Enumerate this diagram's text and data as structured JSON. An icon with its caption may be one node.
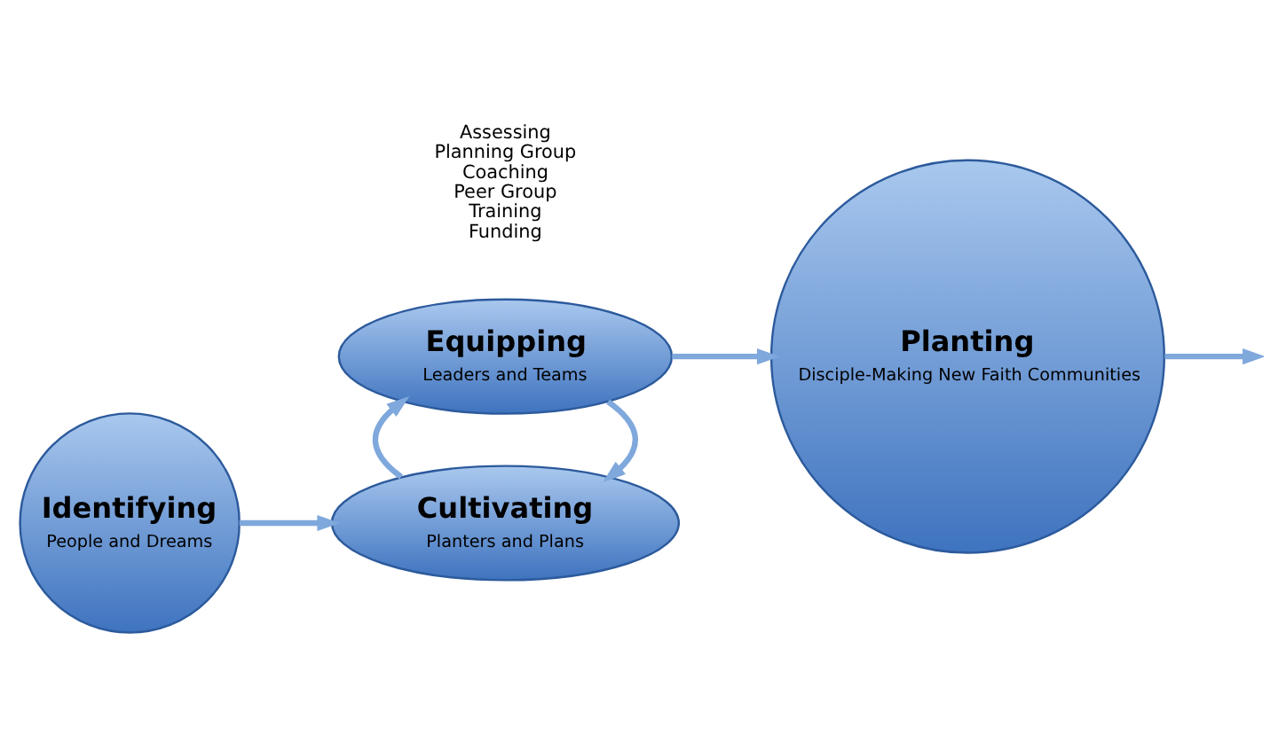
{
  "diagram": {
    "nodes": [
      {
        "text": [
          "Cultivating",
          "Planters and Plans"
        ]
      },
      {
        "text": [
          "Identifying",
          "People and Dreams"
        ]
      },
      {
        "text": [
          "Planting",
          "Disciple-Making New Faith Communities"
        ]
      },
      {
        "text": [
          "Equipping",
          "Leaders and Teams"
        ]
      }
    ],
    "edges": [
      {
        "from": 1,
        "to": 0,
        "arrow": "to"
      },
      {
        "from": 3,
        "to": 0,
        "arrow": "to"
      },
      {
        "from": 0,
        "to": 3,
        "arrow": "to"
      },
      {
        "from": 2,
        "to": null,
        "arrow": "to"
      },
      {
        "from": 3,
        "to": 2,
        "arrow": "to"
      }
    ],
    "labels": [
      "Assessing",
      "Planning Group",
      "Coaching",
      "Peer Group",
      "Training",
      "Funding"
    ]
  }
}
